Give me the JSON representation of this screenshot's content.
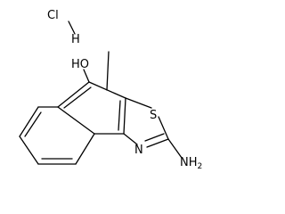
{
  "molecule": {
    "atoms": {
      "cl": "Cl",
      "h": "H",
      "ho": "HO",
      "s": "S",
      "n": "N",
      "nh2": "NH",
      "nh2_sub": "2"
    }
  }
}
